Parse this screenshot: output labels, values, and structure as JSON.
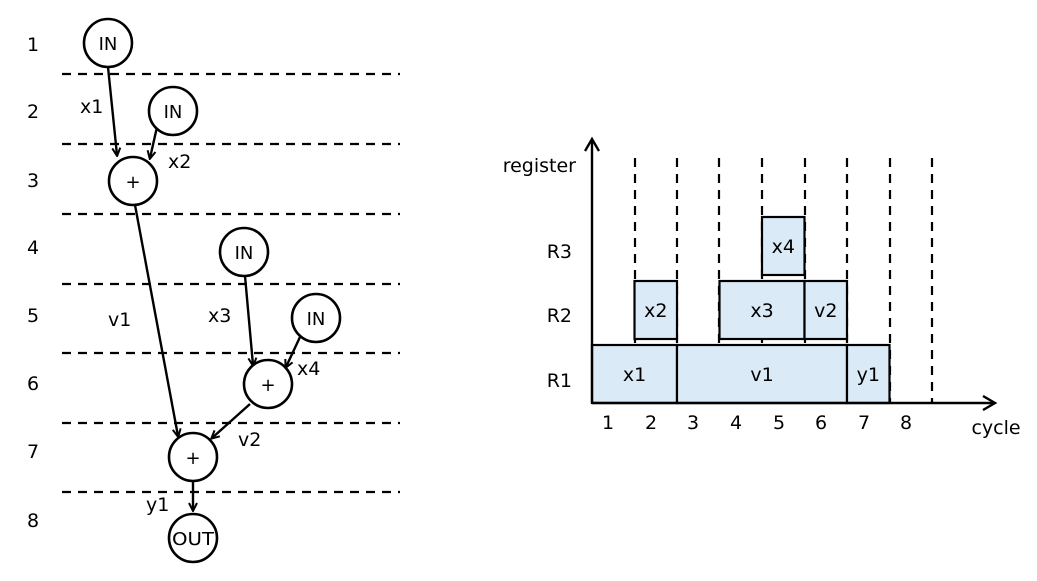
{
  "dfg": {
    "step_labels": [
      "1",
      "2",
      "3",
      "4",
      "5",
      "6",
      "7",
      "8"
    ],
    "nodes": [
      {
        "id": "in1",
        "label": "IN"
      },
      {
        "id": "in2",
        "label": "IN"
      },
      {
        "id": "add1",
        "label": "+"
      },
      {
        "id": "in3",
        "label": "IN"
      },
      {
        "id": "in4",
        "label": "IN"
      },
      {
        "id": "add2",
        "label": "+"
      },
      {
        "id": "add3",
        "label": "+"
      },
      {
        "id": "out",
        "label": "OUT"
      }
    ],
    "edges": [
      {
        "from": "in1",
        "to": "add1",
        "label": "x1"
      },
      {
        "from": "in2",
        "to": "add1",
        "label": "x2"
      },
      {
        "from": "add1",
        "to": "add3",
        "label": "v1"
      },
      {
        "from": "in3",
        "to": "add2",
        "label": "x3"
      },
      {
        "from": "in4",
        "to": "add2",
        "label": "x4"
      },
      {
        "from": "add2",
        "to": "add3",
        "label": "v2"
      },
      {
        "from": "add3",
        "to": "out",
        "label": "y1"
      }
    ]
  },
  "lifetime_chart": {
    "y_axis_label": "register",
    "x_axis_label": "cycle",
    "registers": [
      "R1",
      "R2",
      "R3"
    ],
    "cycles": [
      "1",
      "2",
      "3",
      "4",
      "5",
      "6",
      "7",
      "8"
    ],
    "lifetimes": [
      {
        "name": "x1",
        "register": "R1",
        "start": 0,
        "end": 2
      },
      {
        "name": "v1",
        "register": "R1",
        "start": 2,
        "end": 6
      },
      {
        "name": "y1",
        "register": "R1",
        "start": 6,
        "end": 7
      },
      {
        "name": "x2",
        "register": "R2",
        "start": 1,
        "end": 2
      },
      {
        "name": "x3",
        "register": "R2",
        "start": 3,
        "end": 5
      },
      {
        "name": "v2",
        "register": "R2",
        "start": 5,
        "end": 6
      },
      {
        "name": "x4",
        "register": "R3",
        "start": 4,
        "end": 5
      }
    ]
  },
  "colors": {
    "lifetime_fill": "#dbeaf7",
    "stroke": "#000000"
  }
}
